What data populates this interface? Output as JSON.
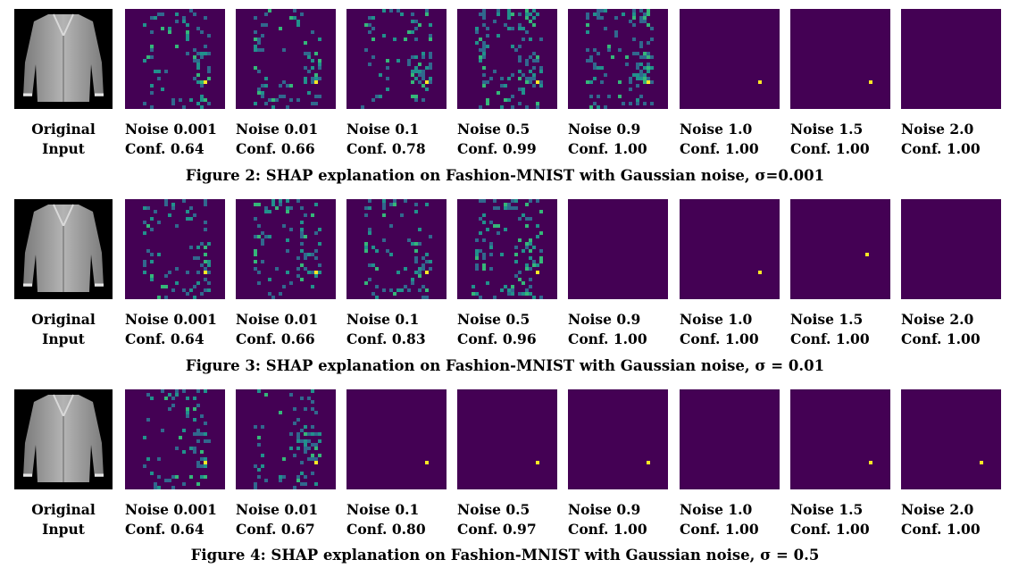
{
  "colors": {
    "background": "#440154",
    "low": "#31688e",
    "mid": "#21918c",
    "high": "#35b779",
    "peak": "#fde725"
  },
  "figures": [
    {
      "caption": "Figure 2: SHAP explanation on Fashion-MNIST with Gaussian noise, σ=0.001",
      "original_label": [
        "Original",
        "Input"
      ],
      "panels": [
        {
          "noise": "Noise 0.001",
          "conf": "Conf. 0.64",
          "pattern": "sparse"
        },
        {
          "noise": "Noise 0.01",
          "conf": "Conf. 0.66",
          "pattern": "sparse"
        },
        {
          "noise": "Noise 0.1",
          "conf": "Conf. 0.78",
          "pattern": "sparse"
        },
        {
          "noise": "Noise 0.5",
          "conf": "Conf. 0.99",
          "pattern": "dense"
        },
        {
          "noise": "Noise 0.9",
          "conf": "Conf. 1.00",
          "pattern": "dense"
        },
        {
          "noise": "Noise 1.0",
          "conf": "Conf. 1.00",
          "pattern": "dot"
        },
        {
          "noise": "Noise 1.5",
          "conf": "Conf. 1.00",
          "pattern": "dot"
        },
        {
          "noise": "Noise 2.0",
          "conf": "Conf. 1.00",
          "pattern": "blank"
        }
      ]
    },
    {
      "caption": "Figure 3: SHAP explanation on Fashion-MNIST with Gaussian noise, σ = 0.01",
      "original_label": [
        "Original",
        "Input"
      ],
      "panels": [
        {
          "noise": "Noise 0.001",
          "conf": "Conf. 0.64",
          "pattern": "sparse"
        },
        {
          "noise": "Noise 0.01",
          "conf": "Conf. 0.66",
          "pattern": "sparse"
        },
        {
          "noise": "Noise 0.1",
          "conf": "Conf. 0.83",
          "pattern": "sparse"
        },
        {
          "noise": "Noise 0.5",
          "conf": "Conf. 0.96",
          "pattern": "dense"
        },
        {
          "noise": "Noise 0.9",
          "conf": "Conf. 1.00",
          "pattern": "blank"
        },
        {
          "noise": "Noise 1.0",
          "conf": "Conf. 1.00",
          "pattern": "dot"
        },
        {
          "noise": "Noise 1.5",
          "conf": "Conf. 1.00",
          "pattern": "dot-high"
        },
        {
          "noise": "Noise 2.0",
          "conf": "Conf. 1.00",
          "pattern": "blank"
        }
      ]
    },
    {
      "caption": "Figure 4: SHAP explanation on Fashion-MNIST with Gaussian noise, σ = 0.5",
      "original_label": [
        "Original",
        "Input"
      ],
      "panels": [
        {
          "noise": "Noise 0.001",
          "conf": "Conf. 0.64",
          "pattern": "sparse"
        },
        {
          "noise": "Noise 0.01",
          "conf": "Conf. 0.67",
          "pattern": "sparse"
        },
        {
          "noise": "Noise 0.1",
          "conf": "Conf. 0.80",
          "pattern": "dot"
        },
        {
          "noise": "Noise 0.5",
          "conf": "Conf. 0.97",
          "pattern": "dot"
        },
        {
          "noise": "Noise 0.9",
          "conf": "Conf. 1.00",
          "pattern": "dot"
        },
        {
          "noise": "Noise 1.0",
          "conf": "Conf. 1.00",
          "pattern": "blank"
        },
        {
          "noise": "Noise 1.5",
          "conf": "Conf. 1.00",
          "pattern": "dot"
        },
        {
          "noise": "Noise 2.0",
          "conf": "Conf. 1.00",
          "pattern": "dot"
        }
      ]
    }
  ]
}
